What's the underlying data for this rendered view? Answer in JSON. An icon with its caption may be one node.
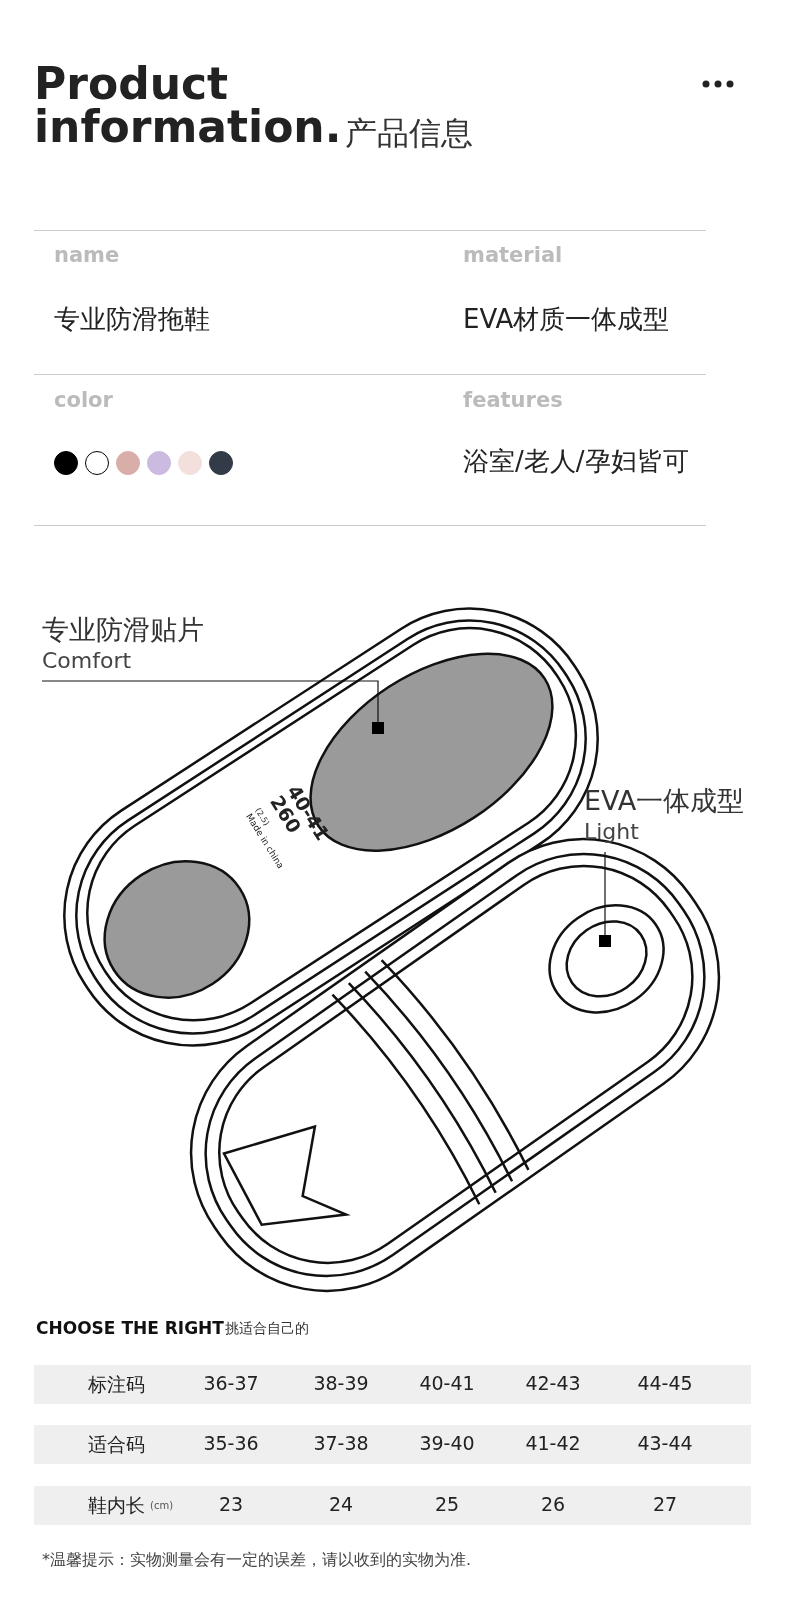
{
  "diagram": {
    "title": "Product information.",
    "nodes": [
      {
        "text": [
          "专业防滑贴片",
          "Comfort"
        ]
      },
      {
        "text": [],
        "shape": "box"
      },
      {
        "text": [
          "EVA一体成型",
          "Light"
        ]
      },
      {
        "text": [],
        "shape": "box"
      }
    ],
    "edges": [
      {
        "from": 0,
        "to": 1,
        "arrow": "none"
      },
      {
        "from": 2,
        "to": 3,
        "arrow": "none"
      }
    ],
    "labels": [
      "产品信息",
      "name",
      "专业防滑拖鞋",
      "material",
      "EVA材质一体成型",
      "color",
      "features",
      "浴室/老人/孕妇皆可",
      "40-41",
      "260",
      "(2.5)",
      "Made in china",
      "CHOOSE THE RIGHT",
      "挑适合自己的",
      "标注码",
      "36-37",
      "38-39",
      "40-41",
      "42-43",
      "44-45",
      "适合码",
      "35-36",
      "37-38",
      "39-40",
      "41-42",
      "43-44",
      "鞋内长",
      "(cm)",
      "23",
      "24",
      "25",
      "26",
      "27",
      "*温馨提示：实物测量会有一定的误差，请以收到的实物为准."
    ]
  }
}
